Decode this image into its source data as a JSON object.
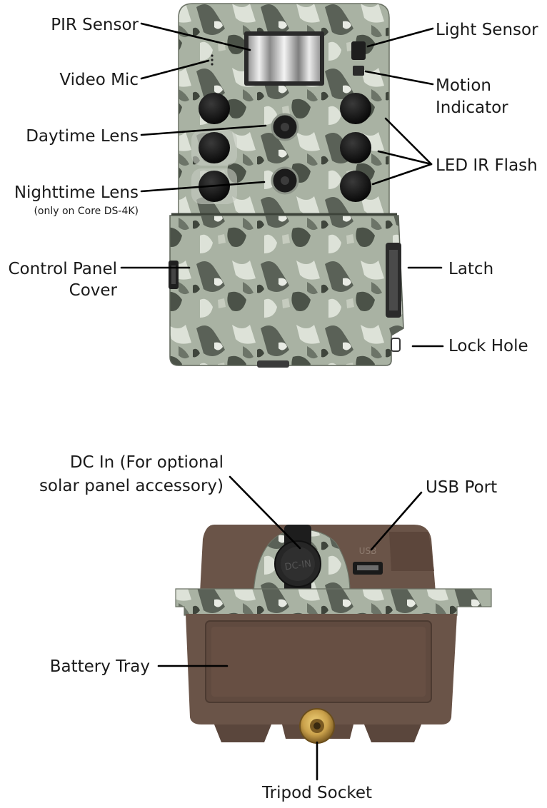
{
  "front_view": {
    "labels": {
      "pir_sensor": "PIR Sensor",
      "video_mic": "Video Mic",
      "daytime_lens": "Daytime Lens",
      "nighttime_lens": "Nighttime Lens",
      "nighttime_lens_note": "(only on Core DS-4K)",
      "control_panel_cover_line1": "Control Panel",
      "control_panel_cover_line2": "Cover",
      "light_sensor": "Light Sensor",
      "motion_indicator_line1": "Motion",
      "motion_indicator_line2": "Indicator",
      "led_ir_flash": "LED IR Flash",
      "latch": "Latch",
      "lock_hole": "Lock Hole"
    }
  },
  "bottom_view": {
    "labels": {
      "dc_in_line1": "DC In (For optional",
      "dc_in_line2": "solar panel accessory)",
      "usb_port": "USB Port",
      "battery_tray": "Battery Tray",
      "tripod_socket": "Tripod Socket"
    },
    "imprints": {
      "dc_in_cap": "DC-IN",
      "usb": "USB"
    }
  },
  "colors": {
    "camo_base": "#a9b2a3",
    "camo_dark": "#4b5248",
    "camo_light": "#dde2d8",
    "housing_brown": "#6a5448",
    "tripod_brass": "#c9a04a",
    "leader": "#000000"
  }
}
